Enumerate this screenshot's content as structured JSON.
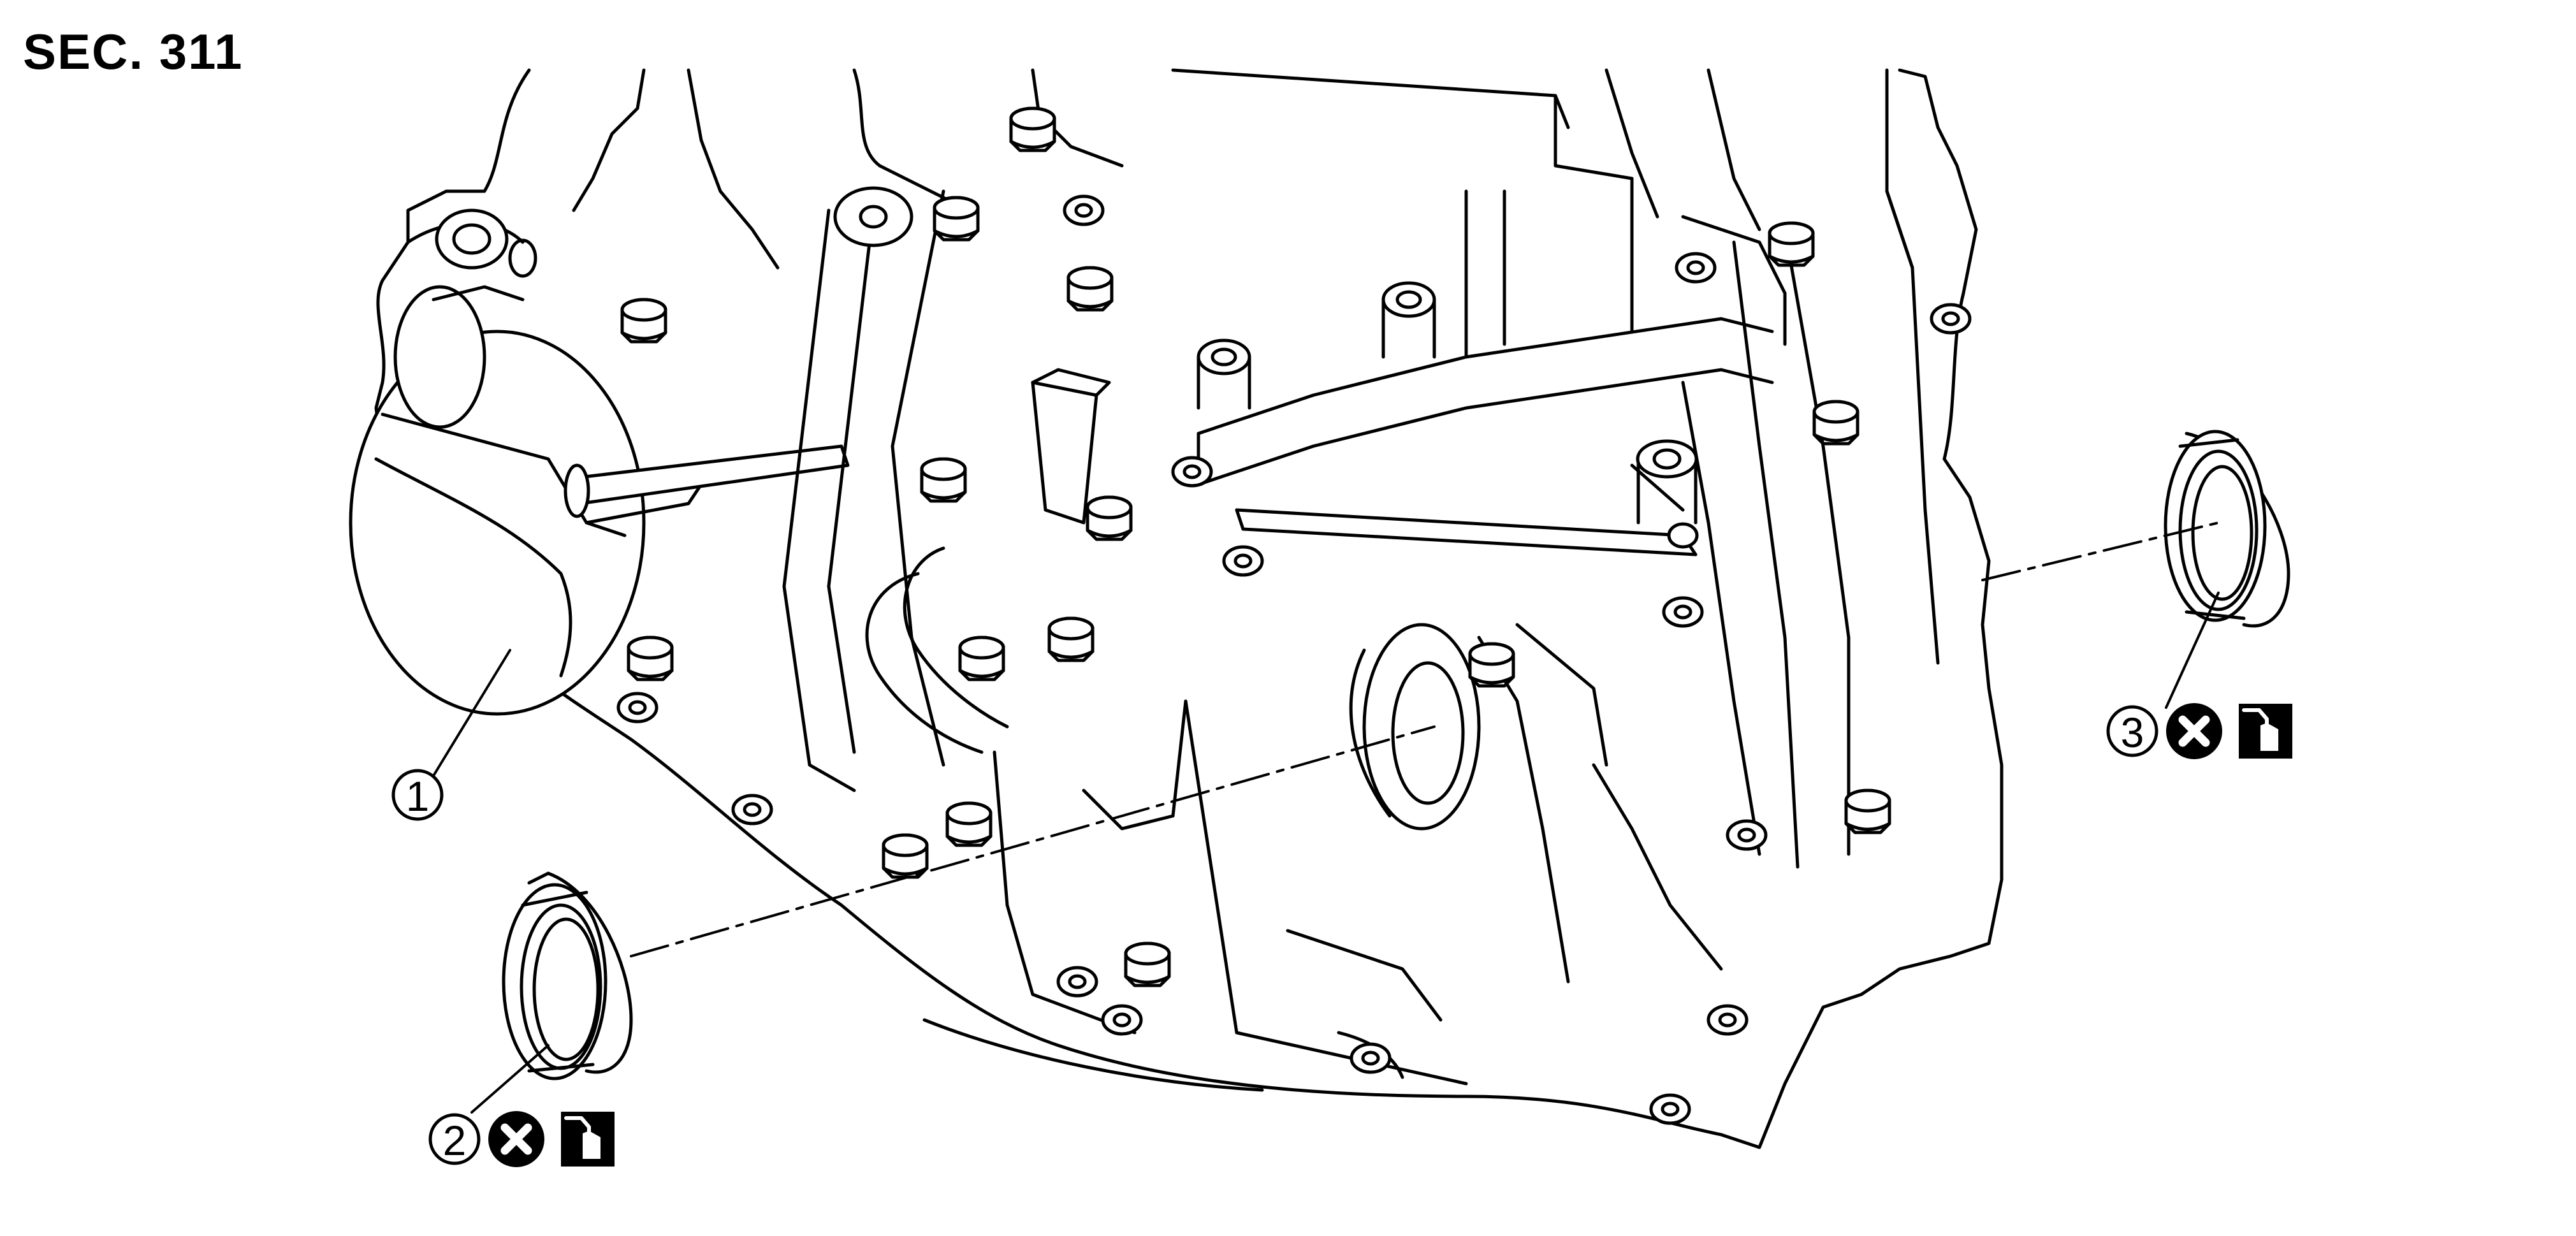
{
  "section": {
    "label": "SEC. 311"
  },
  "callouts": [
    {
      "id": "1",
      "number": "1",
      "part": "transaxle-case",
      "symbols": []
    },
    {
      "id": "2",
      "number": "2",
      "part": "oil-seal",
      "symbols": [
        "do-not-reuse",
        "apply-oil"
      ]
    },
    {
      "id": "3",
      "number": "3",
      "part": "oil-seal",
      "symbols": [
        "do-not-reuse",
        "apply-oil"
      ]
    }
  ],
  "colors": {
    "line": "#000000",
    "background": "#ffffff"
  },
  "icons": [
    "do-not-reuse-icon",
    "oil-can-icon"
  ]
}
